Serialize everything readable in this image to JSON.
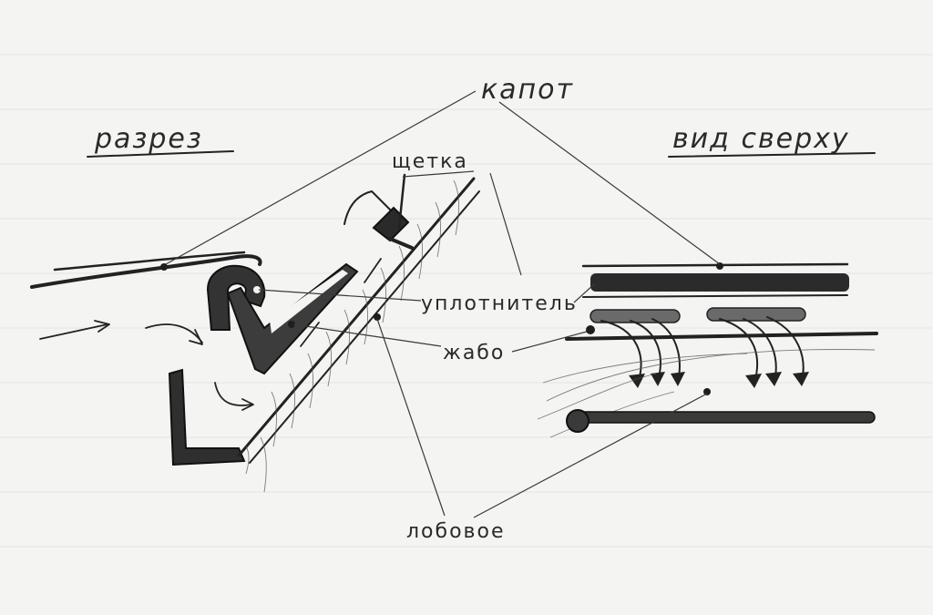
{
  "labels": {
    "section": "разрез",
    "top_view": "вид сверху",
    "hood": "капот",
    "brush": "щетка",
    "seal": "уплотнитель",
    "jabot": "жабо",
    "windshield": "лобовое"
  },
  "colors": {
    "paper": "#f4f4f2",
    "ink": "#222222"
  }
}
